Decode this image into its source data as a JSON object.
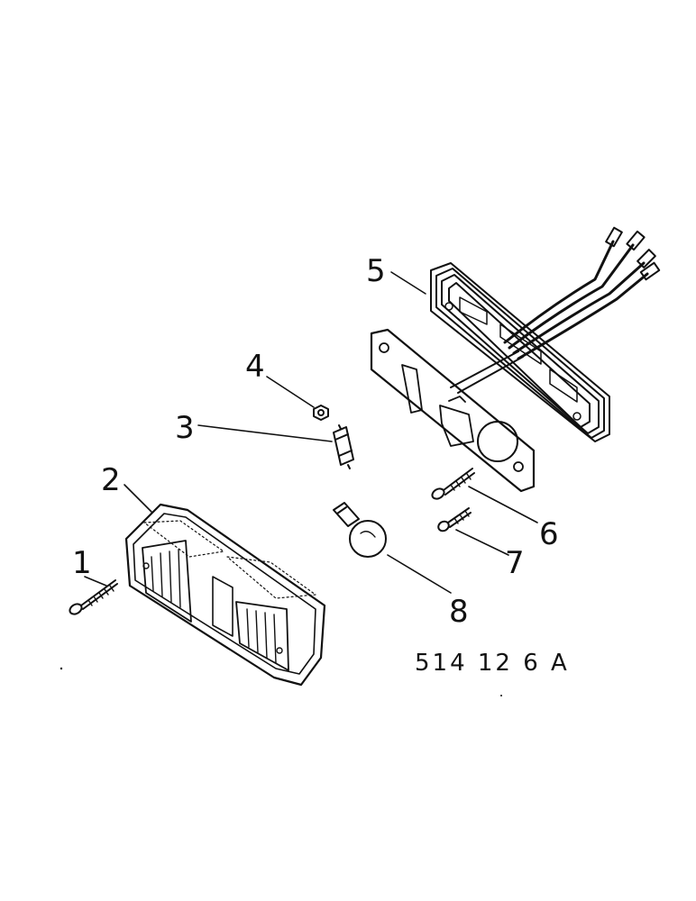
{
  "callouts": [
    {
      "id": "1",
      "label": "1"
    },
    {
      "id": "2",
      "label": "2"
    },
    {
      "id": "3",
      "label": "3"
    },
    {
      "id": "4",
      "label": "4"
    },
    {
      "id": "5",
      "label": "5"
    },
    {
      "id": "6",
      "label": "6"
    },
    {
      "id": "7",
      "label": "7"
    },
    {
      "id": "8",
      "label": "8"
    }
  ],
  "drawing_code": "514 12 6 A"
}
